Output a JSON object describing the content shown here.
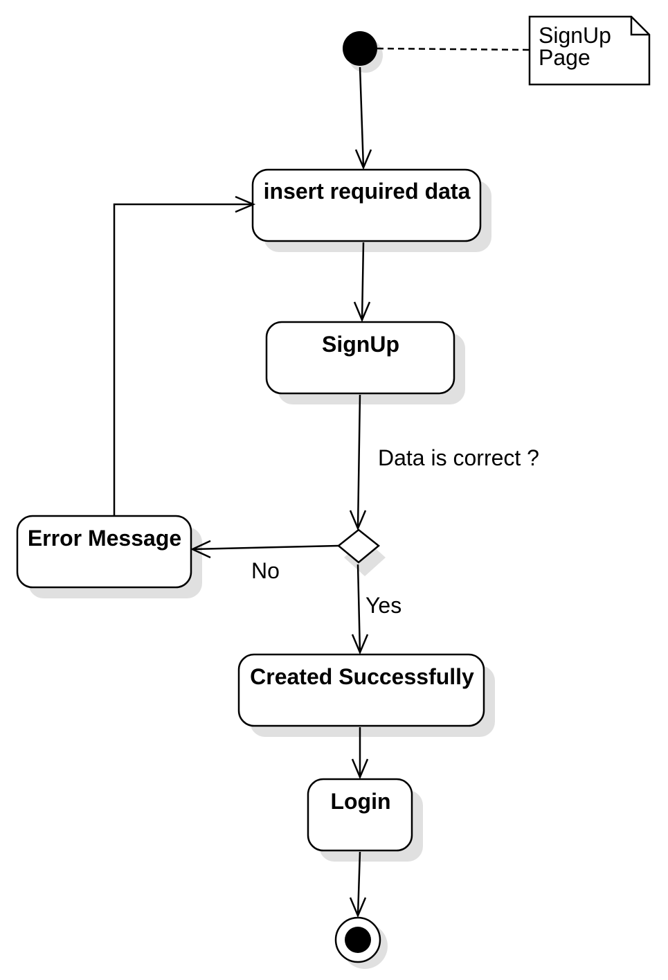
{
  "diagram": {
    "type": "uml-activity",
    "note": {
      "lines": [
        "SignUp",
        "Page"
      ]
    },
    "activities": {
      "insert": "insert required data",
      "signup": "SignUp",
      "error": "Error Message",
      "created": "Created Successfully",
      "login": "Login"
    },
    "decision": {
      "question": "Data is correct ?",
      "no": "No",
      "yes": "Yes"
    }
  }
}
